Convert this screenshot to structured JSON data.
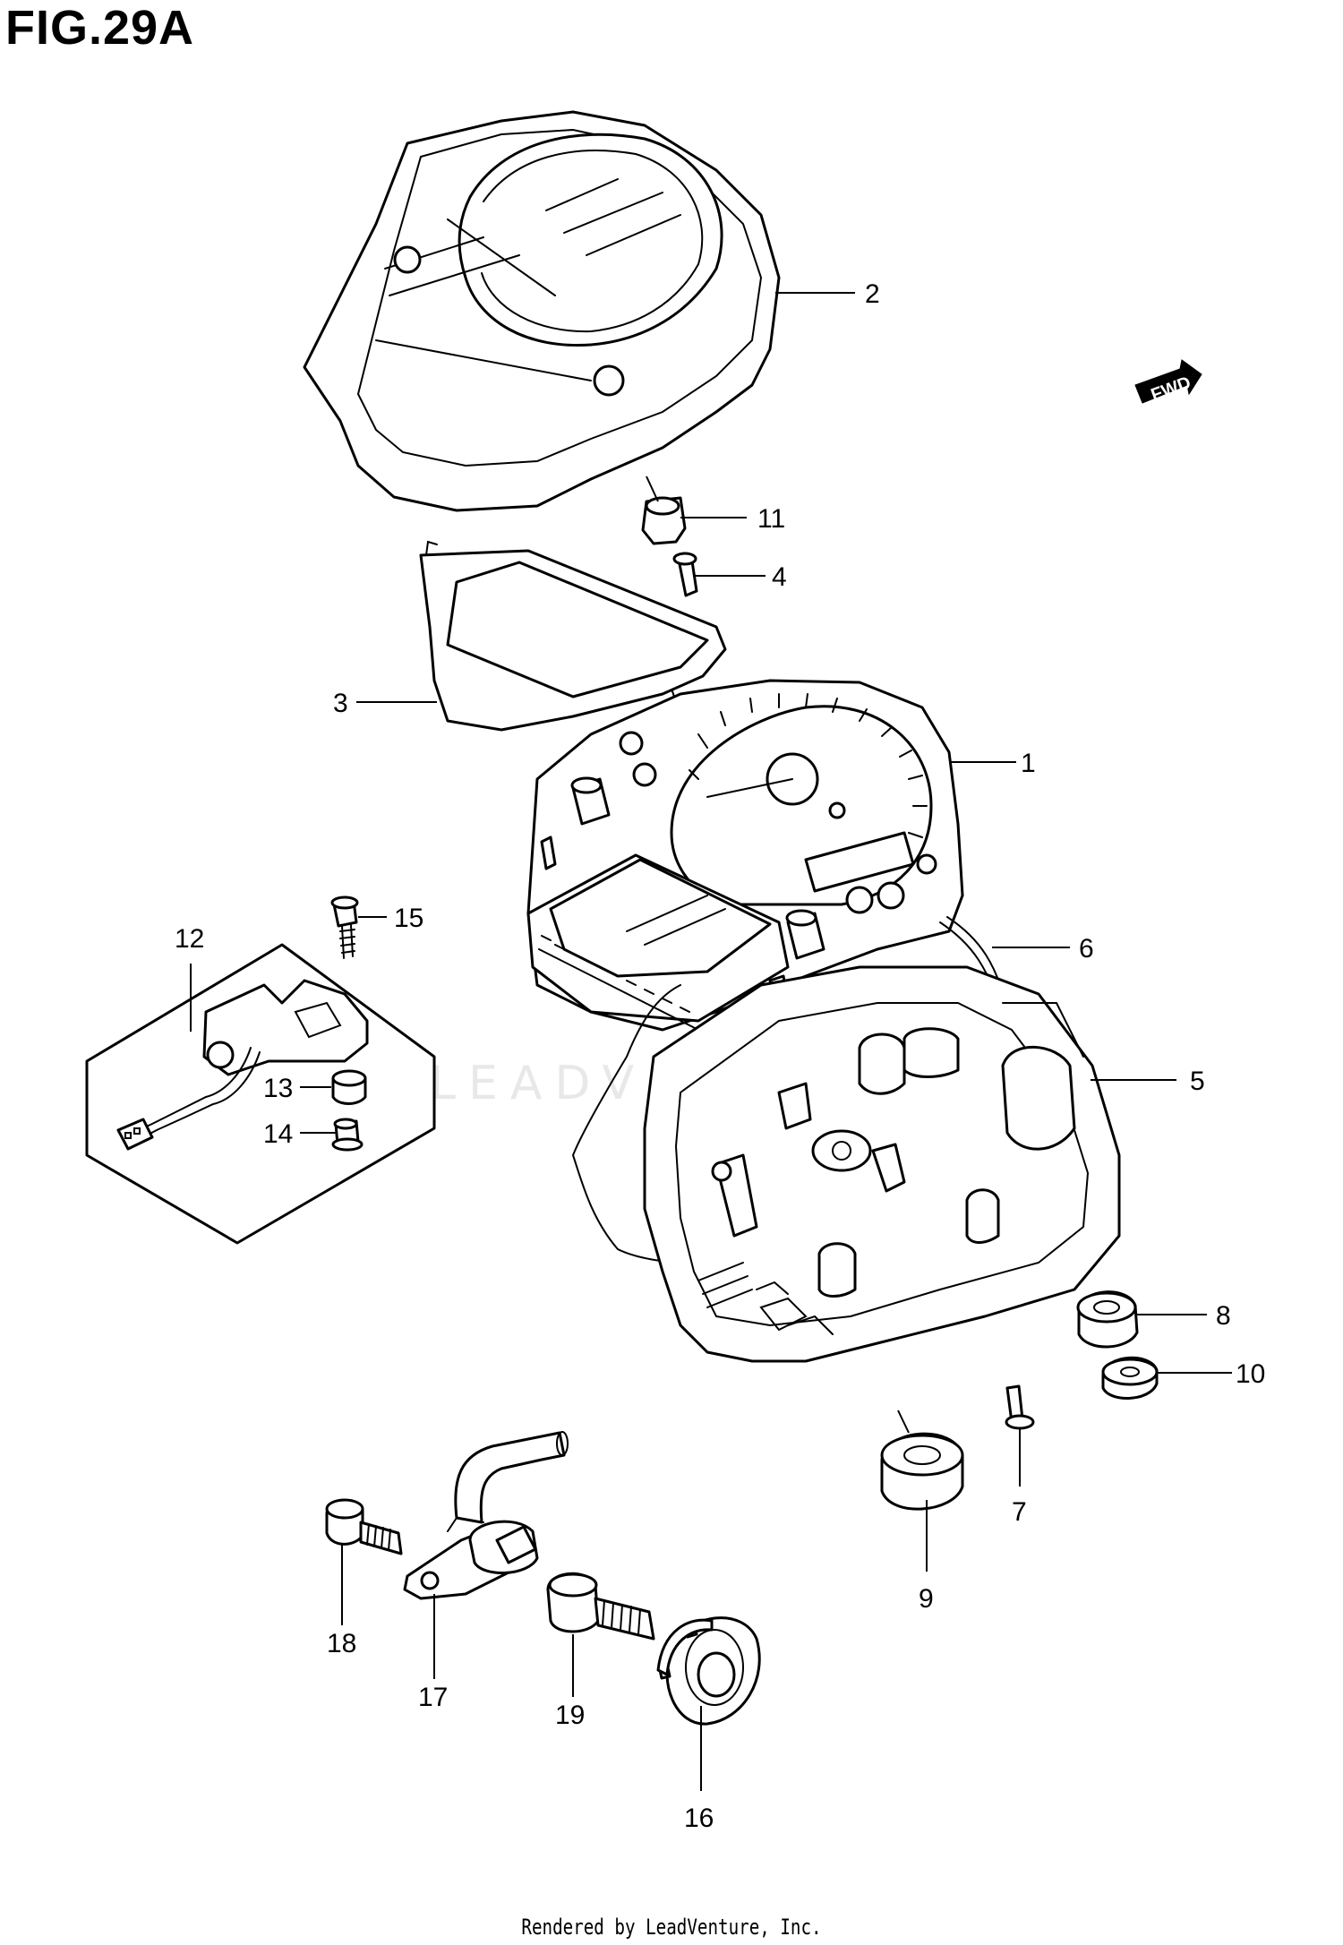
{
  "figure": {
    "title": "FIG.29A"
  },
  "direction_marker": {
    "label": "FWD",
    "icon": "forward-arrow-icon"
  },
  "watermark": {
    "text": "LEADVENTURE"
  },
  "footer": {
    "text": "Rendered by LeadVenture, Inc."
  },
  "callouts": {
    "c1": "1",
    "c2": "2",
    "c3": "3",
    "c4": "4",
    "c5": "5",
    "c6": "6",
    "c7": "7",
    "c8": "8",
    "c9": "9",
    "c10": "10",
    "c11": "11",
    "c12": "12",
    "c13": "13",
    "c14": "14",
    "c15": "15",
    "c16": "16",
    "c17": "17",
    "c18": "18",
    "c19": "19"
  }
}
